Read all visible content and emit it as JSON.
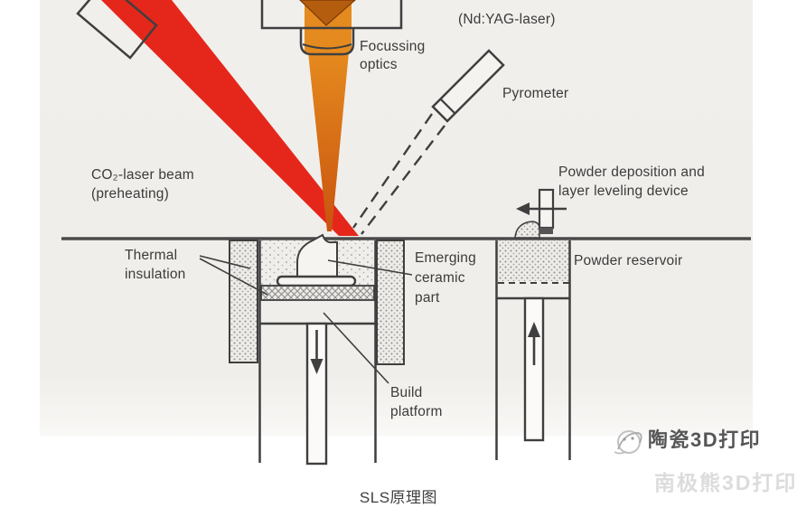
{
  "labels": {
    "nd_yag": "(Nd:YAG-laser)",
    "focussing_line1": "Focussing",
    "focussing_line2": "optics",
    "pyrometer": "Pyrometer",
    "co2_line1": "CO₂-laser beam",
    "co2_line2": "(preheating)",
    "powder_dep_line1": "Powder deposition and",
    "powder_dep_line2": "layer leveling device",
    "thermal_line1": "Thermal",
    "thermal_line2": "insulation",
    "emerging_line1": "Emerging",
    "emerging_line2": "ceramic",
    "emerging_line3": "part",
    "powder_reservoir": "Powder reservoir",
    "build_line1": "Build",
    "build_line2": "platform"
  },
  "watermarks": {
    "ceramic_3d_print": "陶瓷3D打印",
    "nanjixiong_3d_print": "南极熊3D打印"
  },
  "caption": "SLS原理图",
  "colors": {
    "paper": "#f1efec",
    "line": "#3f3f3f",
    "red_beam": "#e5271b",
    "orange_beam": "#e58a1e",
    "orange_notch": "#b55d0e",
    "orange_tip": "#c9530f",
    "watermark_dark": "#565656",
    "watermark_light": "#dcdcdc"
  },
  "icons": {
    "left_arrow": "leveling-device-travel-arrow",
    "down_arrow": "build-piston-down-arrow",
    "up_arrow": "reservoir-piston-up-arrow",
    "sketch_logo": "ceramic-3d-sketch-logo"
  }
}
